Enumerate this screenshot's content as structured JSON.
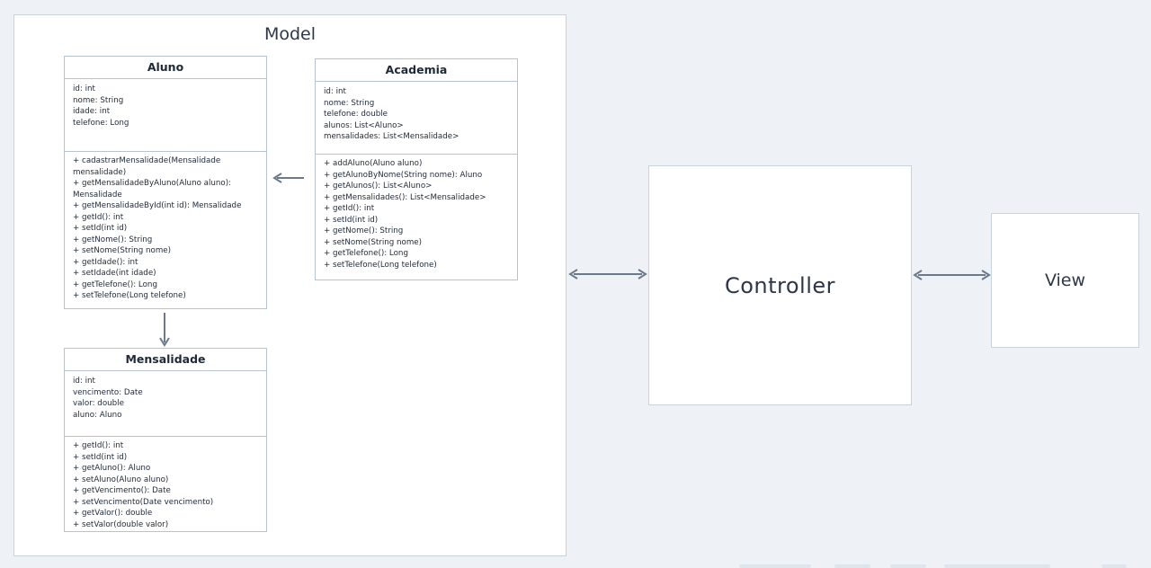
{
  "model": {
    "title": "Model",
    "classes": {
      "aluno": {
        "name": "Aluno",
        "attributes": [
          "id: int",
          "nome: String",
          "idade: int",
          "telefone: Long"
        ],
        "methods": [
          "+ cadastrarMensalidade(Mensalidade mensalidade)",
          "+ getMensalidadeByAluno(Aluno aluno): Mensalidade",
          "+ getMensalidadeById(int id): Mensalidade",
          "+ getId(): int",
          "+ setId(int id)",
          "+ getNome(): String",
          "+ setNome(String nome)",
          "+ getIdade(): int",
          "+ setIdade(int idade)",
          "+ getTelefone(): Long",
          "+ setTelefone(Long telefone)"
        ]
      },
      "academia": {
        "name": "Academia",
        "attributes": [
          "id: int",
          "nome: String",
          "telefone: double",
          "alunos: List<Aluno>",
          "mensalidades: List<Mensalidade>"
        ],
        "methods": [
          "+ addAluno(Aluno aluno)",
          "+ getAlunoByNome(String nome): Aluno",
          "+ getAlunos(): List<Aluno>",
          "+ getMensalidades(): List<Mensalidade>",
          "+ getId(): int",
          "+ setId(int id)",
          "+ getNome(): String",
          "+ setNome(String nome)",
          "+ getTelefone(): Long",
          "+ setTelefone(Long telefone)"
        ]
      },
      "mensalidade": {
        "name": "Mensalidade",
        "attributes": [
          "id: int",
          "vencimento: Date",
          "valor: double",
          "aluno: Aluno"
        ],
        "methods": [
          "+ getId(): int",
          "+ setId(int id)",
          "+ getAluno(): Aluno",
          "+ setAluno(Aluno aluno)",
          "+ getVencimento(): Date",
          "+ setVencimento(Date vencimento)",
          "+ getValor(): double",
          "+ setValor(double valor)"
        ]
      }
    }
  },
  "controller": {
    "label": "Controller"
  },
  "view": {
    "label": "View"
  },
  "colors": {
    "border": "#b7c3d1",
    "arrow": "#6b7a8b",
    "canvas": "#eef2f6"
  }
}
